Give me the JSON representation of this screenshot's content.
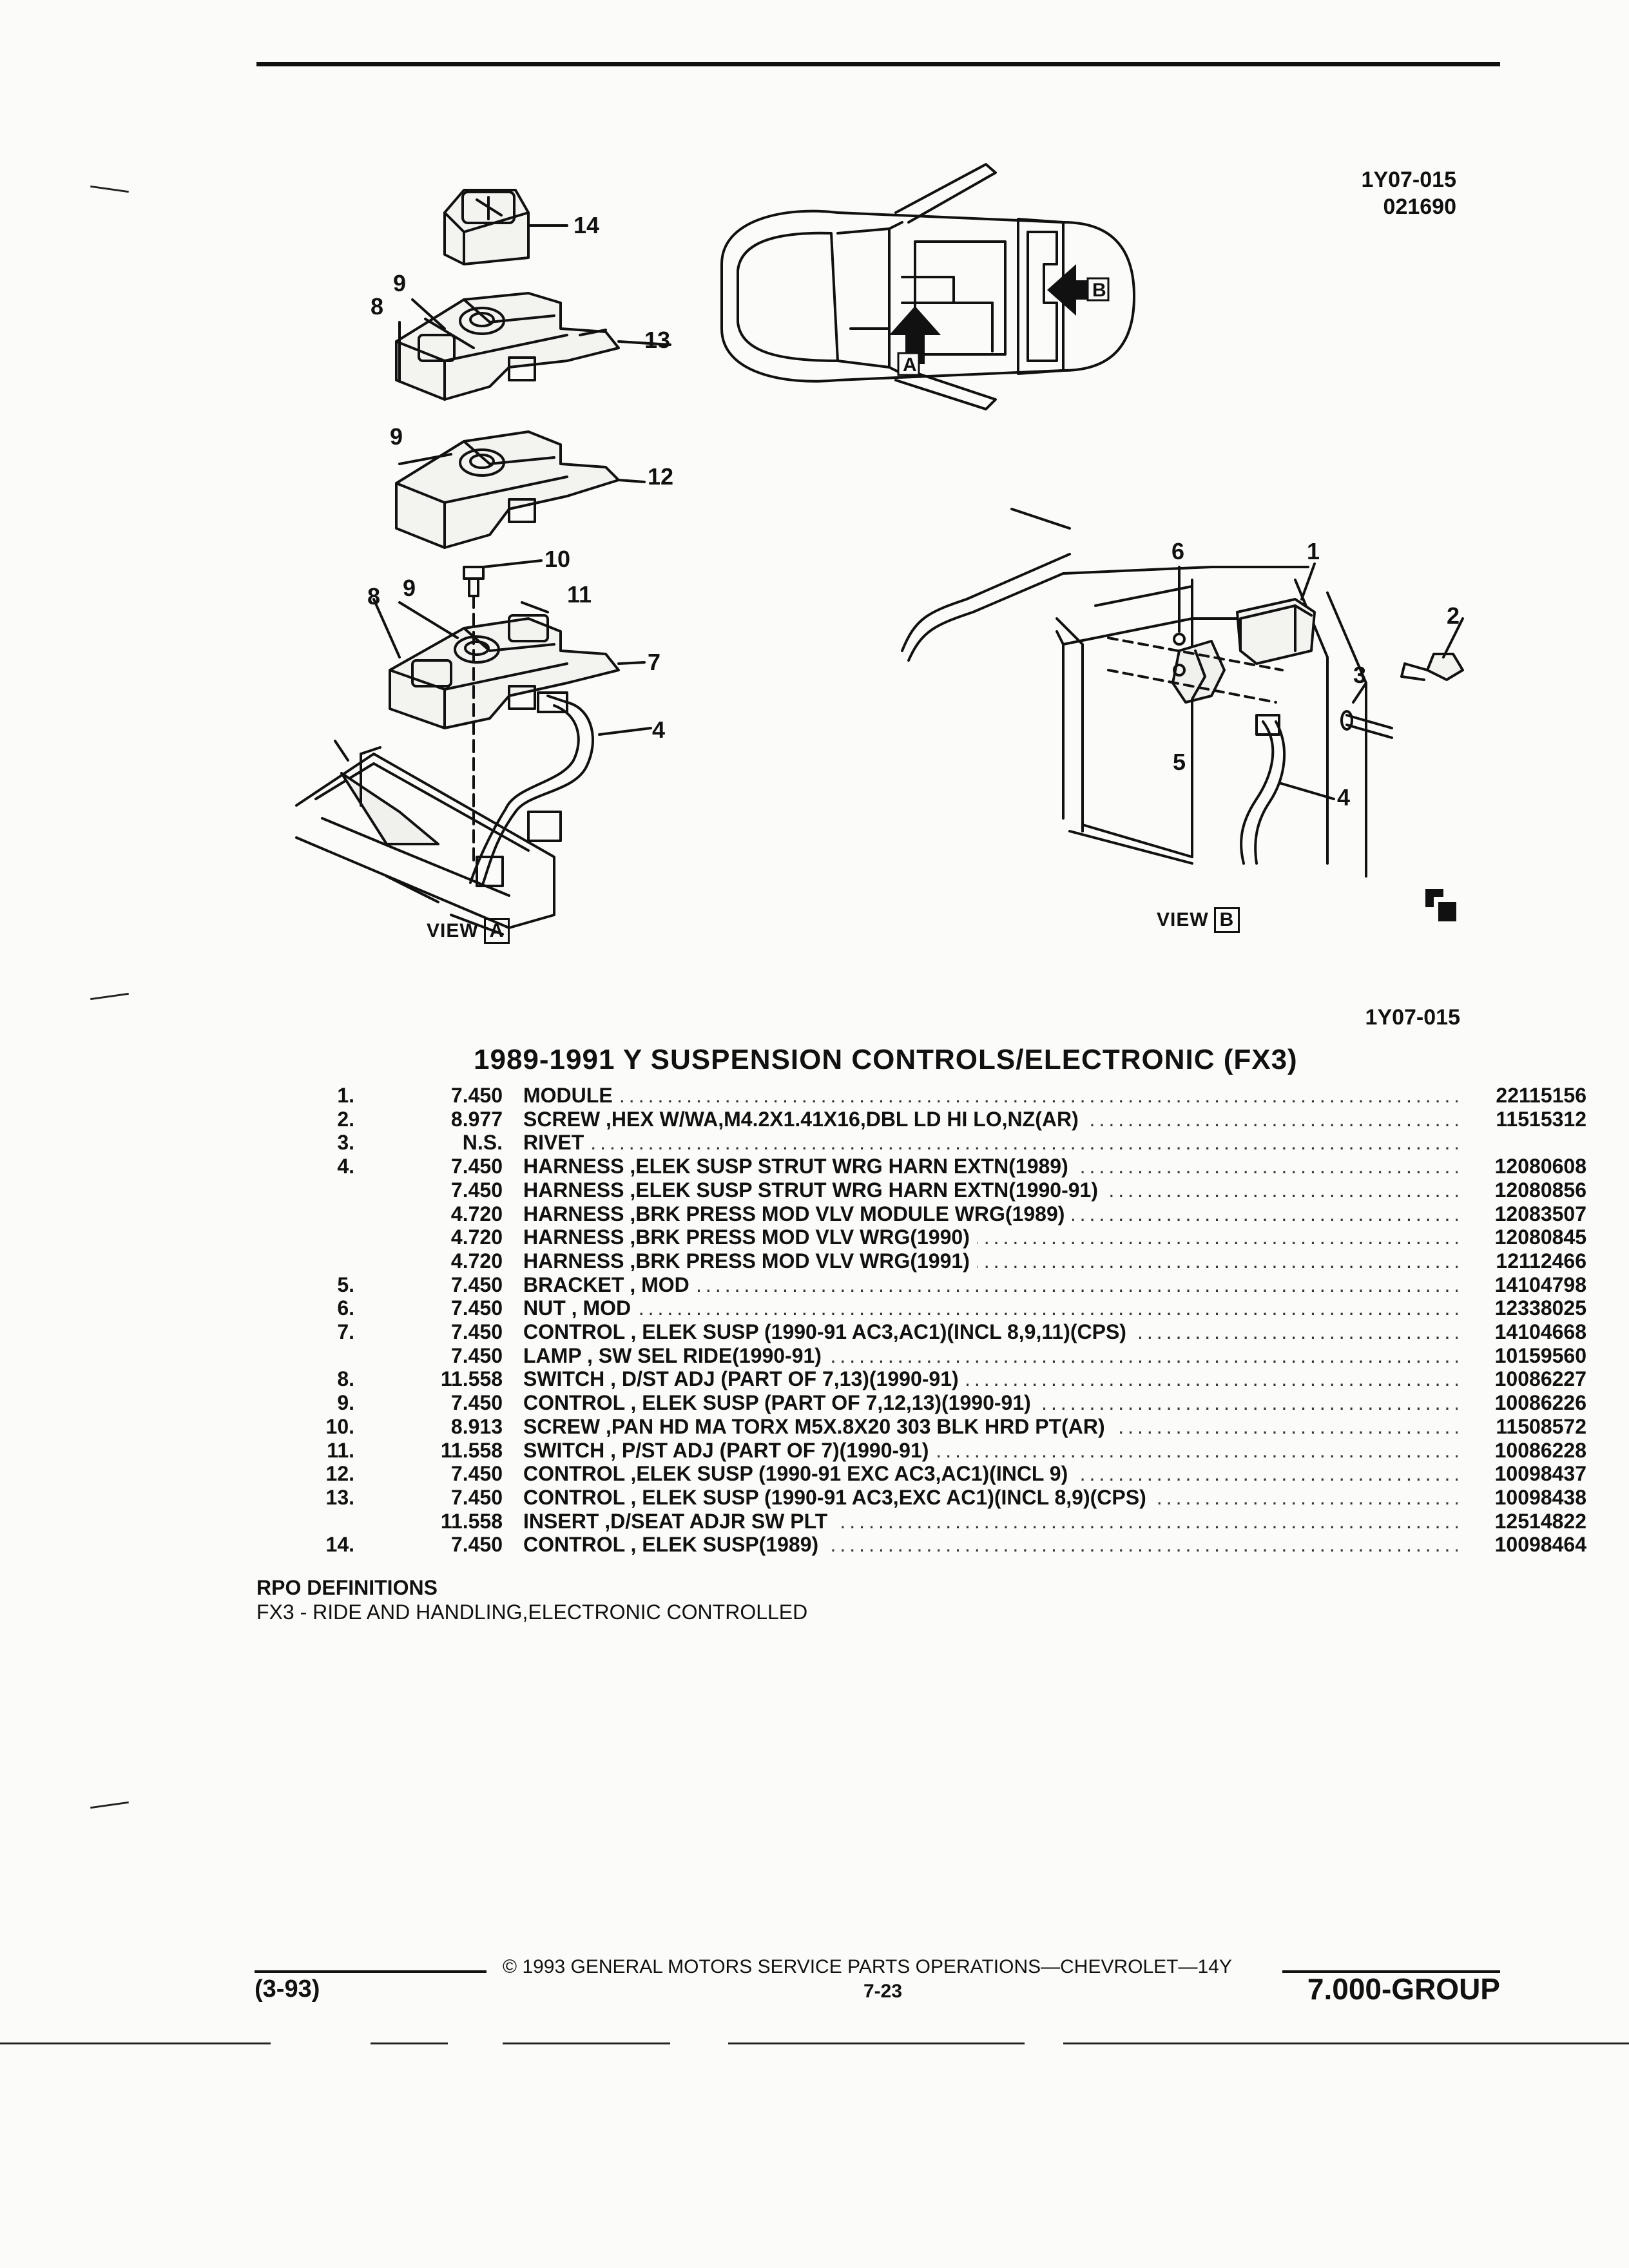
{
  "header": {
    "code1": "1Y07-015",
    "code2": "021690",
    "code_bottom": "1Y07-015"
  },
  "illustration": {
    "view_a_label": "VIEW",
    "view_a_letter": "A",
    "view_b_label": "VIEW",
    "view_b_letter": "B",
    "car_arrow_a": "A",
    "car_arrow_b": "B",
    "callouts_a": [
      "14",
      "9",
      "8",
      "13",
      "9",
      "12",
      "10",
      "8",
      "9",
      "11",
      "7",
      "4"
    ],
    "callouts_b": [
      "6",
      "1",
      "2",
      "3",
      "5",
      "4"
    ]
  },
  "title": "1989-1991 Y SUSPENSION CONTROLS/ELECTRONIC (FX3)",
  "parts": [
    {
      "no": "1.",
      "group": "7.450",
      "name": "MODULE",
      "pn": "22115156"
    },
    {
      "no": "2.",
      "group": "8.977",
      "name": "SCREW ,HEX W/WA,M4.2X1.41X16,DBL LD HI LO,NZ(AR)",
      "pn": "11515312"
    },
    {
      "no": "3.",
      "group": "N.S.",
      "name": "RIVET",
      "pn": ""
    },
    {
      "no": "4.",
      "group": "7.450",
      "name": "HARNESS ,ELEK SUSP STRUT WRG HARN EXTN(1989)",
      "pn": "12080608"
    },
    {
      "no": "",
      "group": "7.450",
      "name": "HARNESS ,ELEK SUSP STRUT WRG HARN EXTN(1990-91)",
      "pn": "12080856"
    },
    {
      "no": "",
      "group": "4.720",
      "name": "HARNESS ,BRK PRESS MOD VLV MODULE WRG(1989)",
      "pn": "12083507"
    },
    {
      "no": "",
      "group": "4.720",
      "name": "HARNESS ,BRK PRESS MOD VLV WRG(1990)",
      "pn": "12080845"
    },
    {
      "no": "",
      "group": "4.720",
      "name": "HARNESS ,BRK PRESS MOD VLV WRG(1991)",
      "pn": "12112466"
    },
    {
      "no": "5.",
      "group": "7.450",
      "name": "BRACKET , MOD",
      "pn": "14104798"
    },
    {
      "no": "6.",
      "group": "7.450",
      "name": "NUT , MOD",
      "pn": "12338025"
    },
    {
      "no": "7.",
      "group": "7.450",
      "name": "CONTROL , ELEK SUSP (1990-91 AC3,AC1)(INCL 8,9,11)(CPS)",
      "pn": "14104668"
    },
    {
      "no": "",
      "group": "7.450",
      "name": "LAMP , SW SEL RIDE(1990-91)",
      "pn": "10159560"
    },
    {
      "no": "8.",
      "group": "11.558",
      "name": "SWITCH , D/ST ADJ (PART OF 7,13)(1990-91)",
      "pn": "10086227"
    },
    {
      "no": "9.",
      "group": "7.450",
      "name": "CONTROL , ELEK SUSP (PART OF 7,12,13)(1990-91)",
      "pn": "10086226"
    },
    {
      "no": "10.",
      "group": "8.913",
      "name": "SCREW ,PAN HD MA TORX M5X.8X20 303 BLK HRD PT(AR)",
      "pn": "11508572"
    },
    {
      "no": "11.",
      "group": "11.558",
      "name": "SWITCH , P/ST ADJ (PART OF 7)(1990-91)",
      "pn": "10086228"
    },
    {
      "no": "12.",
      "group": "7.450",
      "name": "CONTROL ,ELEK SUSP (1990-91 EXC AC3,AC1)(INCL 9)",
      "pn": "10098437"
    },
    {
      "no": "13.",
      "group": "7.450",
      "name": "CONTROL , ELEK SUSP (1990-91 AC3,EXC AC1)(INCL 8,9)(CPS)",
      "pn": "10098438"
    },
    {
      "no": "",
      "group": "11.558",
      "name": "INSERT ,D/SEAT ADJR SW PLT",
      "pn": "12514822"
    },
    {
      "no": "14.",
      "group": "7.450",
      "name": "CONTROL , ELEK SUSP(1989)",
      "pn": "10098464"
    }
  ],
  "rpo": {
    "heading": "RPO DEFINITIONS",
    "definition": "FX3 - RIDE AND HANDLING,ELECTRONIC CONTROLLED"
  },
  "footer": {
    "copyright": "© 1993 GENERAL MOTORS SERVICE PARTS OPERATIONS—CHEVROLET—14Y",
    "date": "(3-93)",
    "page": "7-23",
    "group": "7.000-GROUP"
  }
}
